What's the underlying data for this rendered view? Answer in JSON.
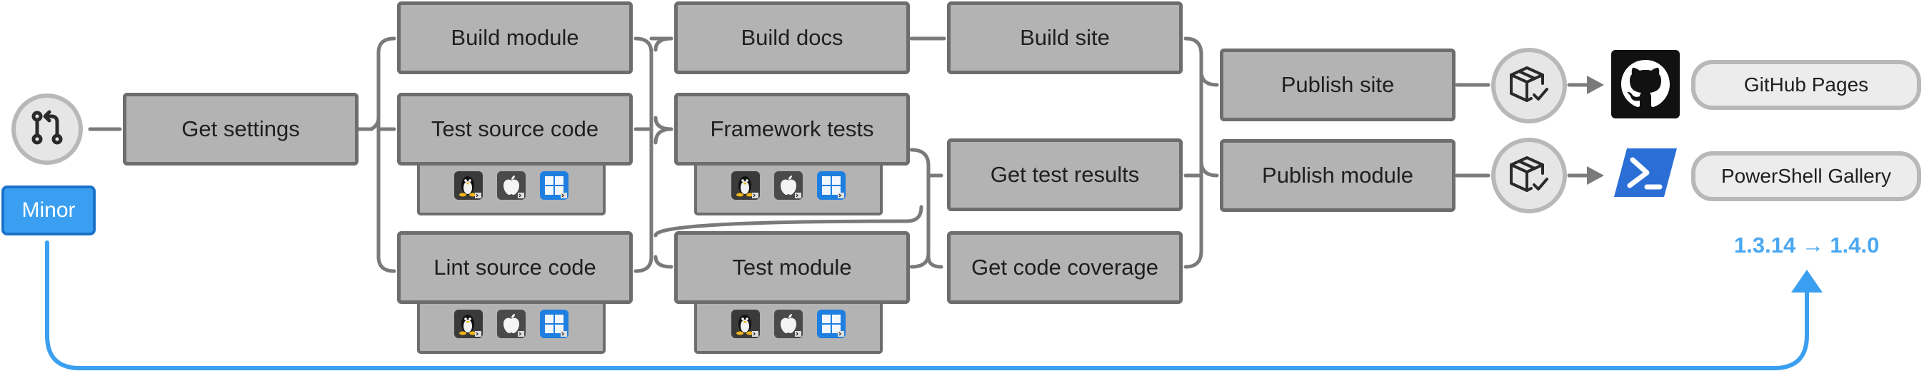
{
  "trigger": {
    "icon": "pull-request-icon",
    "label": "Minor"
  },
  "stages": {
    "get_settings": "Get settings",
    "build_module": "Build module",
    "test_source_code": "Test source code",
    "lint_source_code": "Lint source code",
    "build_docs": "Build docs",
    "framework_tests": "Framework tests",
    "test_module": "Test module",
    "build_site": "Build site",
    "get_test_results": "Get test results",
    "get_code_coverage": "Get code coverage",
    "publish_site": "Publish site",
    "publish_module": "Publish module"
  },
  "platforms": [
    "linux-icon",
    "apple-icon",
    "windows-icon"
  ],
  "platform_colors": {
    "linux": "#3a3a3a",
    "apple": "#4a4a4a",
    "windows": "#1f7fe0"
  },
  "destinations": {
    "github_pages": {
      "icon": "github-icon",
      "label": "GitHub Pages"
    },
    "powershell_gallery": {
      "icon": "powershell-icon",
      "label": "PowerShell Gallery"
    }
  },
  "release_icon": "package-check-icon",
  "version": {
    "label": "1.3.14 → 1.4.0"
  },
  "colors": {
    "box_fill": "#b3b3b3",
    "box_border": "#6d6d6d",
    "connector": "#7a7a7a",
    "accent_blue": "#3a9ff0",
    "github_bg": "#111111",
    "powershell_blue": "#2b6fd6"
  }
}
